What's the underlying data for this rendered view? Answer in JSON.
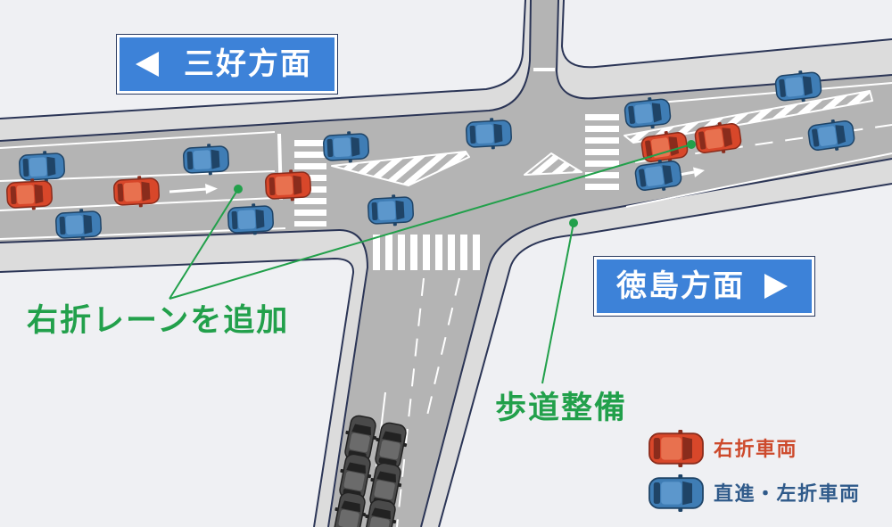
{
  "signs": {
    "west": {
      "label": "三好方面",
      "arrow_icon": "arrow-left-icon"
    },
    "east": {
      "label": "徳島方面",
      "arrow_icon": "arrow-right-icon"
    }
  },
  "annotations": {
    "right_turn_lane": "右折レーンを追加",
    "sidewalk": "歩道整備"
  },
  "legend": {
    "right_turn": {
      "label": "右折車両",
      "icon": "car-icon"
    },
    "through": {
      "label": "直進・左折車両",
      "icon": "car-icon"
    }
  },
  "colors": {
    "right_turn_car": "#d8472a",
    "through_car": "#3f7db5",
    "queued_car": "#4a4a4a",
    "annotation": "#22a04b",
    "sign": "#3d82d8",
    "right_turn_text": "#cd4a2c",
    "through_text": "#2f5a8a",
    "road": "#b4b4b4",
    "sidewalk": "#dcdcdc",
    "outline": "#2b3556"
  }
}
